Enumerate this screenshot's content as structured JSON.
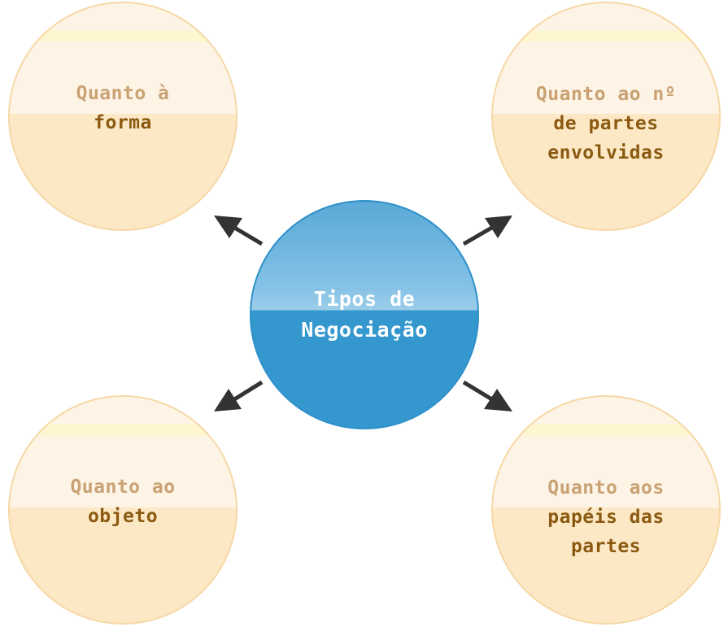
{
  "center": {
    "line1": "Tipos de",
    "line2": "Negociação"
  },
  "nodes": {
    "top_left": {
      "line1": "Quanto à",
      "line2": "forma"
    },
    "top_right": {
      "line1": "Quanto ao nº",
      "line2": "de partes",
      "line3": "envolvidas"
    },
    "bottom_left": {
      "line1": "Quanto ao",
      "line2": "objeto"
    },
    "bottom_right": {
      "line1": "Quanto aos",
      "line2": "papéis das",
      "line3": "partes"
    }
  },
  "colors": {
    "center_fill": "#3498cf",
    "node_fill": "#fde8c6",
    "node_border": "#f6d8a6",
    "node_text_light": "#c9a274",
    "node_text_dark": "#8a5a10",
    "arrow": "#333333"
  }
}
